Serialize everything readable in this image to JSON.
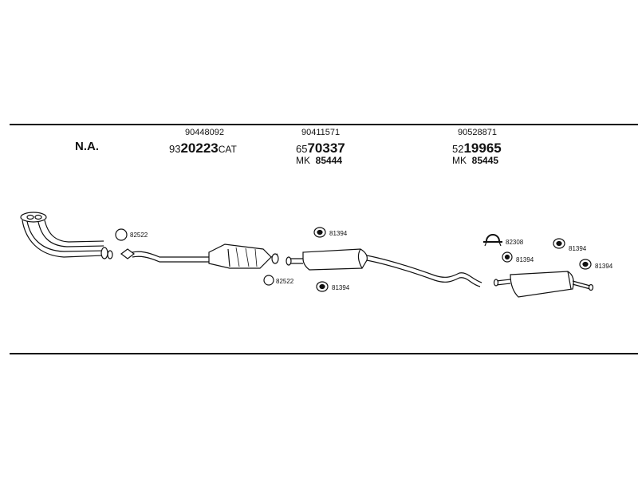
{
  "header": {
    "na_label": "N.A."
  },
  "columns": [
    {
      "ref": "90448092",
      "prefix": "93",
      "main": "20223",
      "suffix": "CAT",
      "mk": ""
    },
    {
      "ref": "90411571",
      "prefix": "65",
      "main": "70337",
      "suffix": "",
      "mk_prefix": "MK",
      "mk": "85444"
    },
    {
      "ref": "90528871",
      "prefix": "52",
      "main": "19965",
      "suffix": "",
      "mk_prefix": "MK",
      "mk": "85445"
    }
  ],
  "part_labels": {
    "gasket_1": "82522",
    "gasket_2": "82522",
    "mount_1": "81394",
    "mount_2": "81394",
    "clamp": "82308",
    "mount_3": "81394",
    "mount_4": "81394",
    "mount_5": "81394"
  }
}
